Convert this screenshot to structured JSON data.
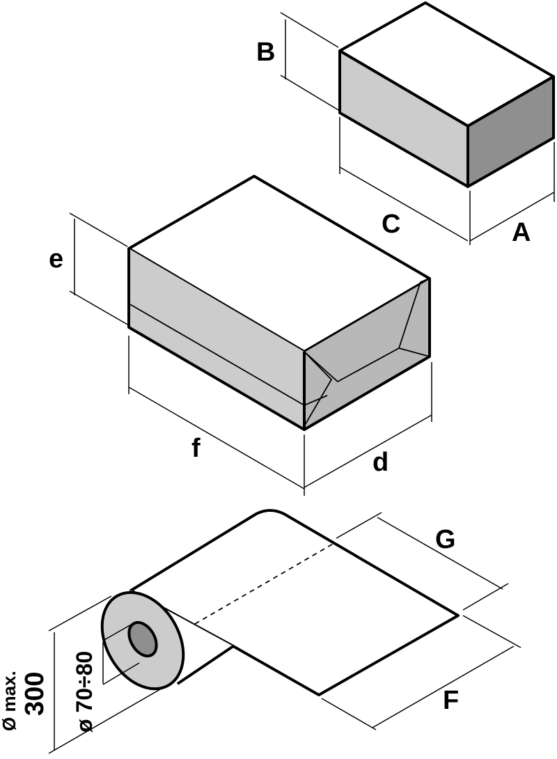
{
  "labels": {
    "A": "A",
    "B": "B",
    "C": "C",
    "d": "d",
    "e": "e",
    "f": "f",
    "F": "F",
    "G": "G",
    "core_diameter": "ø 70÷80",
    "roll_max_prefix": "Ø max.",
    "roll_max_value": "300"
  },
  "colors": {
    "line": "#000000",
    "light_gray": "#cccccc",
    "mid_gray": "#b8b8b8",
    "dark_gray": "#8f8f8f",
    "white": "#ffffff"
  }
}
